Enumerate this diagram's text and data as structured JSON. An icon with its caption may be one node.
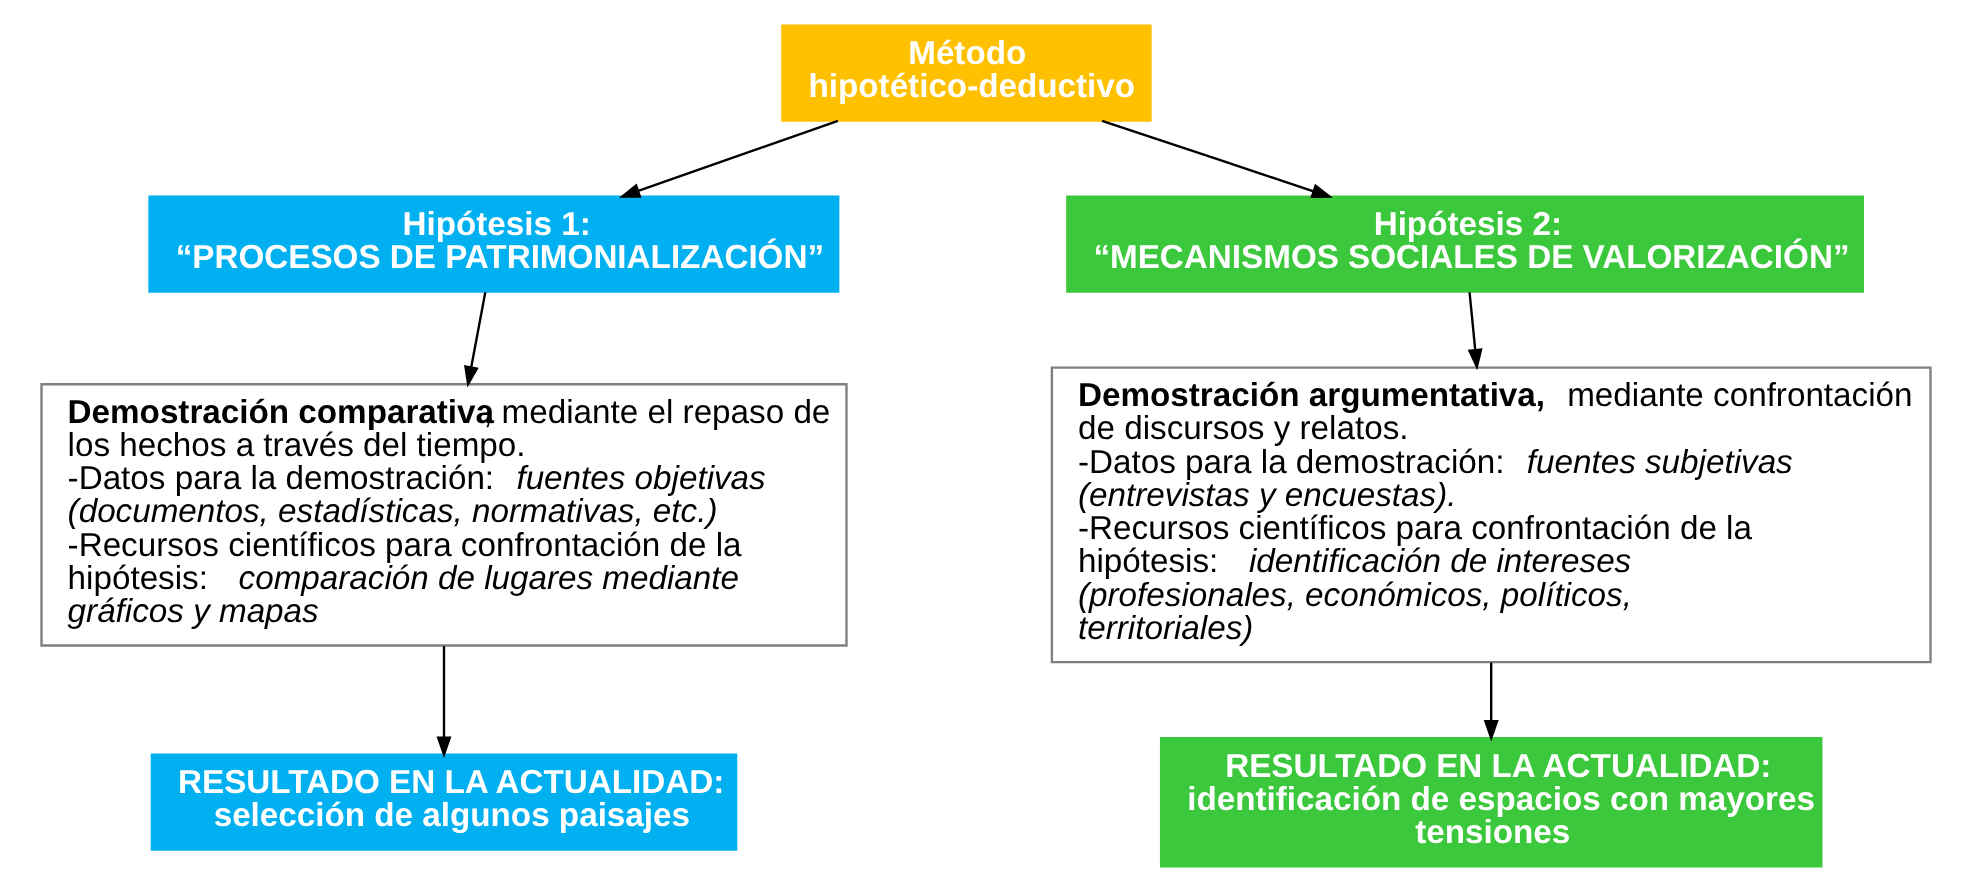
{
  "diagram": {
    "nodes": [
      {
        "text": [
          "Método hipotético-deductivo"
        ]
      },
      {
        "text": [
          "Hipótesis 1:",
          "“PROCESOS DE PATRIMONIALIZACIÓN”"
        ]
      },
      {
        "text": [
          "Hipótesis 2:",
          "“MECANISMOS SOCIALES DE VALORIZACIÓN”"
        ]
      },
      {
        "text": [
          "**Demostración comparativa**, mediante el repaso de los hechos a través del tiempo.",
          "-Datos para la demostración: *fuentes objetivas (documentos, estadísticas, normativas, etc.)*",
          "-Recursos científicos para confrontación de la hipótesis: *comparación de lugares mediante gráficos y mapas*"
        ]
      },
      {
        "text": [
          "**Demostración argumentativa,** mediante confrontación de discursos y relatos.",
          "-Datos para la demostración: *fuentes subjetivas (entrevistas y encuestas).*",
          "-Recursos científicos para confrontación de la hipótesis: *identificación de intereses (profesionales, económicos, políticos, territoriales)*"
        ]
      },
      {
        "text": [
          "RESULTADO EN LA ACTUALIDAD:",
          "selección de algunos paisajes"
        ]
      },
      {
        "text": [
          "RESULTADO EN LA ACTUALIDAD:",
          "identificación de espacios con mayores tensiones"
        ]
      }
    ],
    "edges": [
      {
        "from": 0,
        "to": 1,
        "arrow": "to"
      },
      {
        "from": 0,
        "to": 2,
        "arrow": "to"
      },
      {
        "from": 1,
        "to": 3,
        "arrow": "to"
      },
      {
        "from": 2,
        "to": 4,
        "arrow": "to"
      },
      {
        "from": 3,
        "to": 5,
        "arrow": "to"
      },
      {
        "from": 4,
        "to": 6,
        "arrow": "to"
      }
    ]
  }
}
